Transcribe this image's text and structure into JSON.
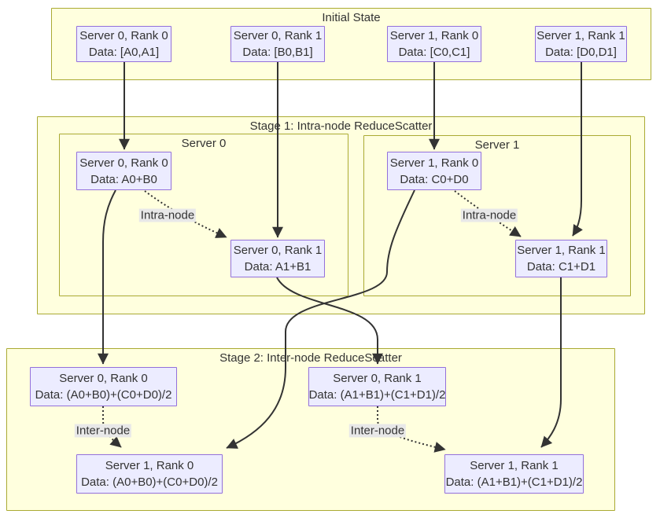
{
  "diagram": {
    "initial": {
      "title": "Initial State",
      "nodes": [
        {
          "line1": "Server 0, Rank 0",
          "line2": "Data: [A0,A1]"
        },
        {
          "line1": "Server 0, Rank 1",
          "line2": "Data: [B0,B1]"
        },
        {
          "line1": "Server 1, Rank 0",
          "line2": "Data: [C0,C1]"
        },
        {
          "line1": "Server 1, Rank 1",
          "line2": "Data: [D0,D1]"
        }
      ]
    },
    "stage1": {
      "title": "Stage 1: Intra-node ReduceScatter",
      "server0": {
        "title": "Server 0",
        "nodes": [
          {
            "line1": "Server 0, Rank 0",
            "line2": "Data: A0+B0"
          },
          {
            "line1": "Server 0, Rank 1",
            "line2": "Data: A1+B1"
          }
        ]
      },
      "server1": {
        "title": "Server 1",
        "nodes": [
          {
            "line1": "Server 1, Rank 0",
            "line2": "Data: C0+D0"
          },
          {
            "line1": "Server 1, Rank 1",
            "line2": "Data: C1+D1"
          }
        ]
      }
    },
    "stage2": {
      "title": "Stage 2: Inter-node ReduceScatter",
      "nodes": [
        {
          "line1": "Server 0, Rank 0",
          "line2": "Data: (A0+B0)+(C0+D0)/2"
        },
        {
          "line1": "Server 0, Rank 1",
          "line2": "Data: (A1+B1)+(C1+D1)/2"
        },
        {
          "line1": "Server 1, Rank 0",
          "line2": "Data: (A0+B0)+(C0+D0)/2"
        },
        {
          "line1": "Server 1, Rank 1",
          "line2": "Data: (A1+B1)+(C1+D1)/2"
        }
      ]
    },
    "edge_labels": {
      "intra0": "Intra-node",
      "intra1": "Intra-node",
      "inter0": "Inter-node",
      "inter1": "Inter-node"
    },
    "edges": [
      {
        "from": "initial Server 0 Rank 0",
        "to": "stage1 Server 0 Rank 0",
        "style": "solid",
        "label": ""
      },
      {
        "from": "initial Server 0 Rank 1",
        "to": "stage1 Server 0 Rank 1",
        "style": "solid",
        "label": ""
      },
      {
        "from": "initial Server 1 Rank 0",
        "to": "stage1 Server 1 Rank 0",
        "style": "solid",
        "label": ""
      },
      {
        "from": "initial Server 1 Rank 1",
        "to": "stage1 Server 1 Rank 1",
        "style": "solid",
        "label": ""
      },
      {
        "from": "stage1 Server 0 Rank 0",
        "to": "stage1 Server 0 Rank 1",
        "style": "dashed",
        "label": "Intra-node"
      },
      {
        "from": "stage1 Server 1 Rank 0",
        "to": "stage1 Server 1 Rank 1",
        "style": "dashed",
        "label": "Intra-node"
      },
      {
        "from": "stage1 Server 0 Rank 0",
        "to": "stage2 Server 0 Rank 0",
        "style": "solid",
        "label": ""
      },
      {
        "from": "stage1 Server 0 Rank 1",
        "to": "stage2 Server 0 Rank 1",
        "style": "solid",
        "label": ""
      },
      {
        "from": "stage1 Server 1 Rank 0",
        "to": "stage2 Server 1 Rank 0",
        "style": "solid",
        "label": ""
      },
      {
        "from": "stage1 Server 1 Rank 1",
        "to": "stage2 Server 1 Rank 1",
        "style": "solid",
        "label": ""
      },
      {
        "from": "stage2 Server 0 Rank 0",
        "to": "stage2 Server 1 Rank 0",
        "style": "dashed",
        "label": "Inter-node"
      },
      {
        "from": "stage2 Server 0 Rank 1",
        "to": "stage2 Server 1 Rank 1",
        "style": "dashed",
        "label": "Inter-node"
      }
    ],
    "colors": {
      "container_fill": "#ffffde",
      "container_border": "#aaaa33",
      "node_fill": "#ECECFF",
      "node_border": "#9370DB",
      "edge": "#333333",
      "edge_label_bg": "#e8e8e8",
      "text": "#333333"
    }
  }
}
